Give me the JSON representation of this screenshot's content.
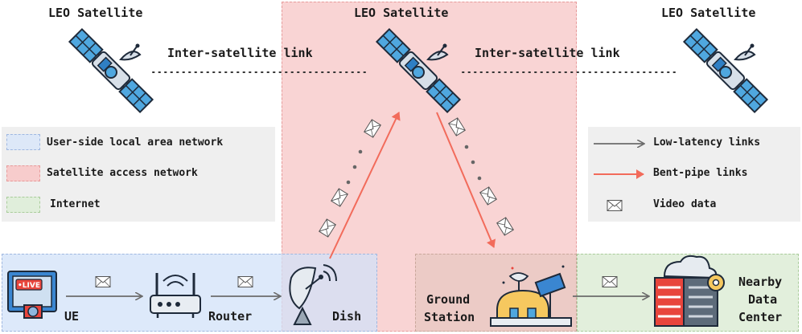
{
  "satellites": {
    "left": "LEO Satellite",
    "center": "LEO Satellite",
    "right": "LEO Satellite"
  },
  "links": {
    "left": "Inter-satellite link",
    "right": "Inter-satellite link"
  },
  "legend_regions": [
    {
      "label": "User-side local area network",
      "color": "#dde8f8"
    },
    {
      "label": "Satellite access network",
      "color": "#f8d3d3"
    },
    {
      "label": "Internet",
      "color": "#e0eedb"
    }
  ],
  "legend_links": [
    {
      "label": "Low-latency links",
      "color": "#6b6b6b"
    },
    {
      "label": "Bent-pipe links",
      "color": "#f26b5b"
    },
    {
      "label": "Video data",
      "icon": "envelope-icon"
    }
  ],
  "devices": {
    "ue": "UE",
    "router": "Router",
    "dish": "Dish",
    "ground_line1": "Ground",
    "ground_line2": "Station",
    "dc_line1": "Nearby",
    "dc_line2": "Data",
    "dc_line3": "Center"
  }
}
